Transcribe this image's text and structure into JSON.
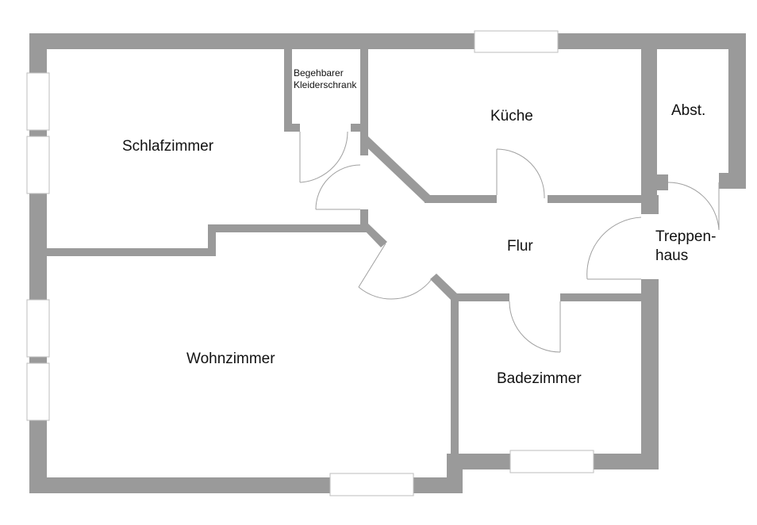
{
  "rooms": {
    "schlafzimmer": "Schlafzimmer",
    "kleiderschrank_line1": "Begehbarer",
    "kleiderschrank_line2": "Kleiderschrank",
    "kueche": "Küche",
    "abst": "Abst.",
    "flur": "Flur",
    "treppenhaus_line1": "Treppen-",
    "treppenhaus_line2": "haus",
    "wohnzimmer": "Wohnzimmer",
    "badezimmer": "Badezimmer"
  },
  "colors": {
    "wall": "#9a9a9a",
    "window_frame": "#bdbdbd",
    "door_swing": "#a0a0a0",
    "text": "#111111",
    "background": "#ffffff"
  }
}
